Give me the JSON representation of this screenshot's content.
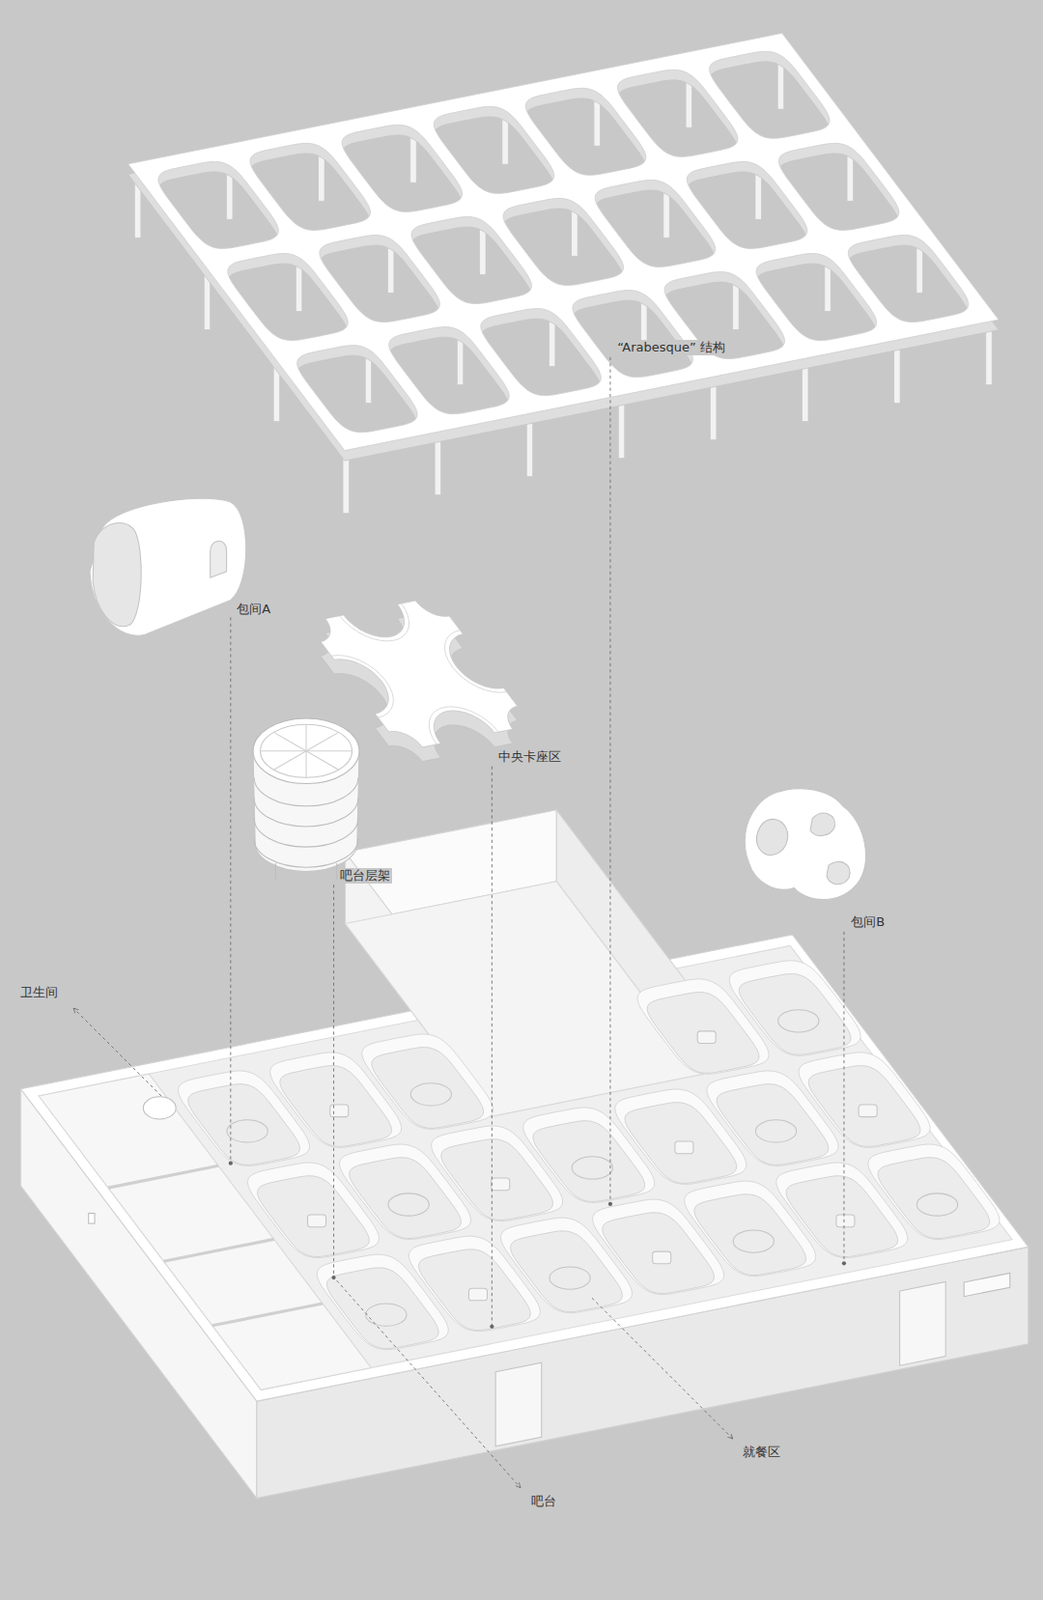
{
  "diagram": {
    "labels": [
      "“Arabesque” 结构",
      "包间A",
      "中央卡座区",
      "吧台层架",
      "包间B",
      "卫生间",
      "就餐区",
      "吧台"
    ]
  }
}
